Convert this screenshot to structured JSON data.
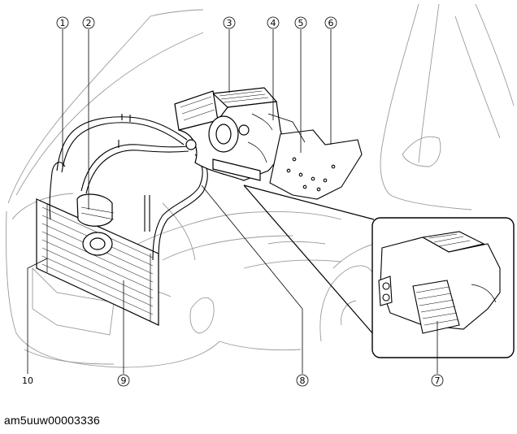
{
  "callouts": [
    {
      "id": "1",
      "label": "①"
    },
    {
      "id": "2",
      "label": "②"
    },
    {
      "id": "3",
      "label": "③"
    },
    {
      "id": "4",
      "label": "④"
    },
    {
      "id": "5",
      "label": "⑤"
    },
    {
      "id": "6",
      "label": "⑥"
    },
    {
      "id": "7",
      "label": "⑦"
    },
    {
      "id": "8",
      "label": "⑧"
    },
    {
      "id": "9",
      "label": "⑨"
    },
    {
      "id": "10",
      "label": "10"
    }
  ],
  "caption": "am5uuw00003336"
}
